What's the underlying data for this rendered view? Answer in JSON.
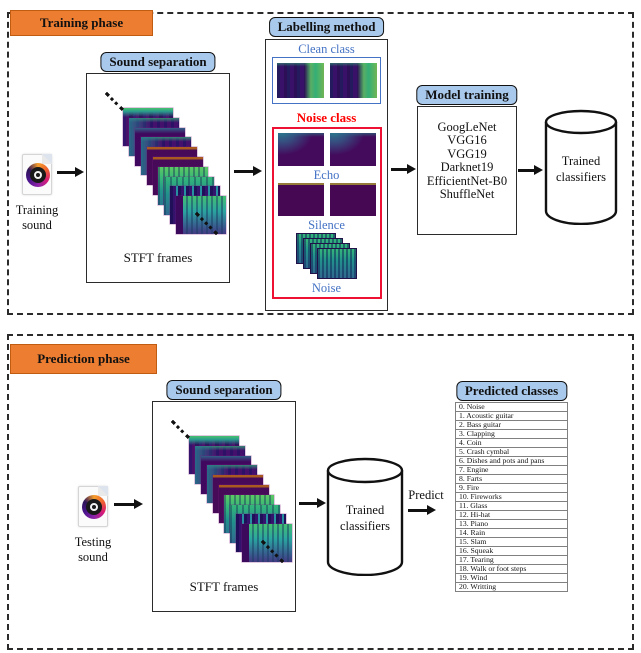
{
  "training": {
    "phase_label": "Training phase",
    "input_label": "Training sound",
    "sound_separation_title": "Sound separation",
    "stft_caption": "STFT frames",
    "labelling": {
      "title": "Labelling method",
      "clean_class": "Clean class",
      "noise_class": "Noise class",
      "echo": "Echo",
      "silence": "Silence",
      "noise": "Noise"
    },
    "model_training": {
      "title": "Model training",
      "models": [
        "GoogLeNet",
        "VGG16",
        "VGG19",
        "Darknet19",
        "EfficientNet-B0",
        "ShuffleNet"
      ]
    },
    "trained_classifiers": "Trained classifiers"
  },
  "prediction": {
    "phase_label": "Prediction phase",
    "input_label": "Testing sound",
    "sound_separation_title": "Sound separation",
    "stft_caption": "STFT frames",
    "trained_classifiers": "Trained classifiers",
    "predict_label": "Predict",
    "predicted": {
      "title": "Predicted classes",
      "items": [
        "0. Noise",
        "1. Acoustic guitar",
        "2. Bass guitar",
        "3. Clapping",
        "4. Coin",
        "5. Crash cymbal",
        "6. Dishes and pots and pans",
        "7. Engine",
        "8. Farts",
        "9. Fire",
        "10. Fireworks",
        "11. Glass",
        "12. Hi-hat",
        "13. Piano",
        "14. Rain",
        "15. Slam",
        "16. Squeak",
        "17. Tearing",
        "18. Walk or foot steps",
        "19. Wind",
        "20. Writting"
      ]
    }
  },
  "colors": {
    "phase_bg": "#ED7D31",
    "pill_bg": "#A9C9EC",
    "blue_text": "#4472C4",
    "red_text": "#FF0000"
  }
}
